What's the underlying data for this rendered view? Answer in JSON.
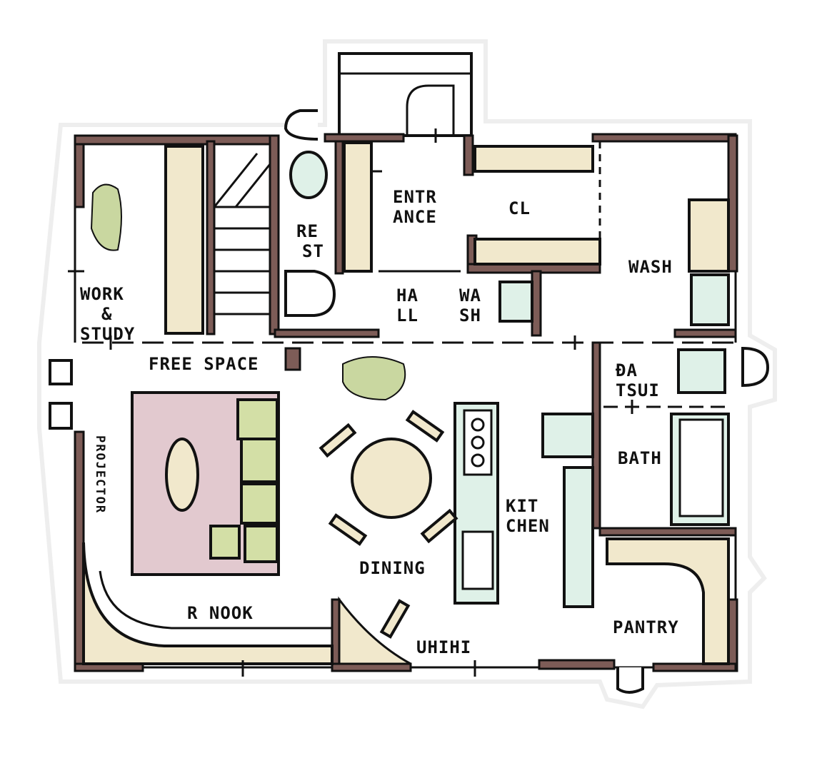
{
  "title": "Hand-drawn house floor plan",
  "colors": {
    "wall": "#7d5c57",
    "cabinet": "#f1e8cc",
    "wet_area": "#dff1e8",
    "rug": "#e2c9cf",
    "sofa": "#d3dfa6",
    "plant": "#c9d7a0",
    "ink": "#111111"
  },
  "rooms": {
    "work_study": [
      "WORK",
      "&",
      "STUDY"
    ],
    "rest": [
      "RE",
      "ST"
    ],
    "entrance": [
      "ENTR",
      "ANCE"
    ],
    "closet": "CL",
    "wash_upper": "WASH",
    "hall": [
      "HA",
      "LL"
    ],
    "wash_lower": [
      "WA",
      "SH"
    ],
    "free_space": "FREE SPACE",
    "projector": "PROJECTOR",
    "datsui": [
      "ĐA",
      "TSUI"
    ],
    "bath": "BATH",
    "kitchen": [
      "KIT",
      "CHEN"
    ],
    "dining": "DINING",
    "nook": "R NOOK",
    "uhihi": "UHIHI",
    "pantry": "PANTRY"
  }
}
